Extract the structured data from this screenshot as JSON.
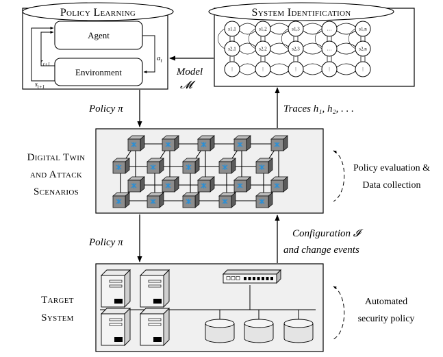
{
  "policy_learning": {
    "title": "Policy Learning",
    "agent": "Agent",
    "environment": "Environment",
    "action": "a",
    "action_sub": "t",
    "reward": "r",
    "reward_sub": "t+1",
    "state": "s",
    "state_sub": "t+1"
  },
  "system_identification": {
    "title": "System Identification",
    "node_labels": [
      "s1,1",
      "s1,2",
      "s1,3",
      "…",
      "s1,n",
      "s2,1",
      "s2,2",
      "s2,3",
      "…",
      "s2,n",
      "⋮",
      "⋮",
      "⋮",
      "⋮",
      "⋮"
    ]
  },
  "model_label": "Model",
  "model_symbol": "𝓜",
  "policy_top": "Policy π",
  "traces": "Traces h₁, h₂, . . .",
  "digital_twin": {
    "label_lines": [
      "Digital Twin",
      "and Attack",
      "Scenarios"
    ],
    "side_lines": [
      "Policy evaluation &",
      "Data collection"
    ]
  },
  "policy_bottom": "Policy π",
  "configuration_lines": [
    "Configuration 𝓘",
    "and change events"
  ],
  "target_system": {
    "label_lines": [
      "Target",
      "System"
    ],
    "side_lines": [
      "Automated",
      "security policy"
    ]
  }
}
